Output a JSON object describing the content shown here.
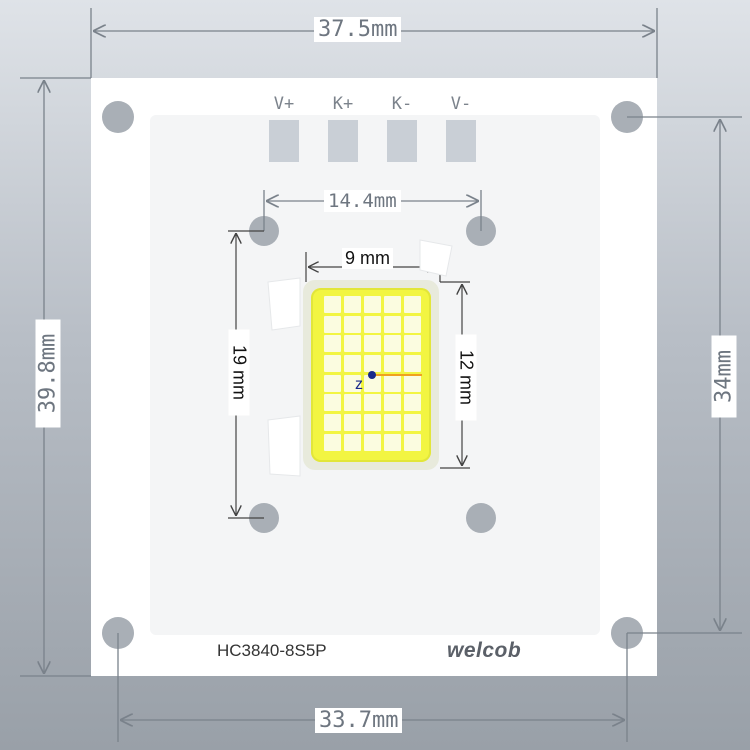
{
  "terminals": [
    "V+",
    "K+",
    "K-",
    "V-"
  ],
  "dimensions": {
    "board_width": "37.5mm",
    "board_height": "39.8mm",
    "hole_span_horizontal": "33.7mm",
    "hole_span_vertical": "34mm",
    "inner_hole_span": "14.4mm",
    "inner_hole_height": "19 mm",
    "chip_width": "9 mm",
    "chip_height": "12 mm"
  },
  "axis_label": "z",
  "model_number": "HC3840-8S5P",
  "brand": "WELCOB",
  "led_grid": {
    "columns": 5,
    "rows": 8
  },
  "colors": {
    "chip_yellow": "#f2f542",
    "led_cell": "#fbfce0",
    "dimension_line": "#7a828b",
    "hole": "#a9afb6",
    "board": "#ffffff"
  }
}
